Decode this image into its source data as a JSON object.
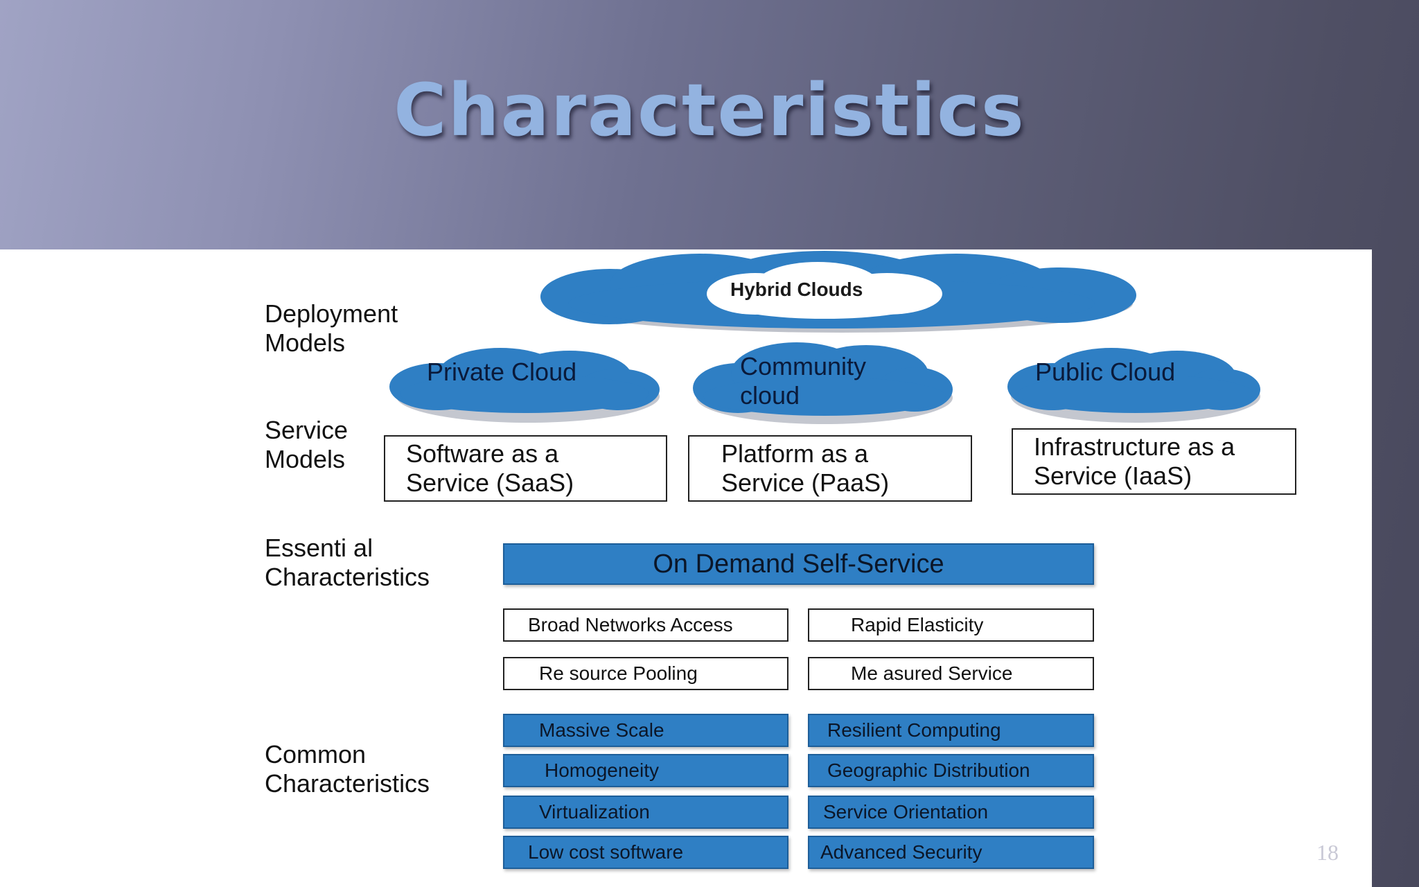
{
  "slide": {
    "title": "Characteristics",
    "page_number": "18"
  },
  "diagram": {
    "row_labels": {
      "deployment": "Deployment\nModels",
      "service": "Service\nModels",
      "essential": "Essenti al\nCharacteristics",
      "common": "Common\nCharacteristics"
    },
    "hybrid": "Hybrid Clouds",
    "deployment_models": [
      "Private Cloud",
      "Community\ncloud",
      "Public Cloud"
    ],
    "service_models": [
      "Software as a\nService (SaaS)",
      "Platform as a\nService (PaaS)",
      "Infrastructure as a\nService (IaaS)"
    ],
    "on_demand": "On Demand Self-Service",
    "essential": [
      "Broad Networks Access",
      "Rapid Elasticity",
      "Re source Pooling",
      "Me asured Service"
    ],
    "common": [
      "Massive Scale",
      "Resilient Computing",
      "Homogeneity",
      "Geographic Distribution",
      "Virtualization",
      "Service Orientation",
      "Low cost software",
      "Advanced Security"
    ],
    "colors": {
      "cloud_blue": "#2f7fc4",
      "bar_blue": "#2f7fc4",
      "title_blue": "#93b3e0"
    }
  }
}
